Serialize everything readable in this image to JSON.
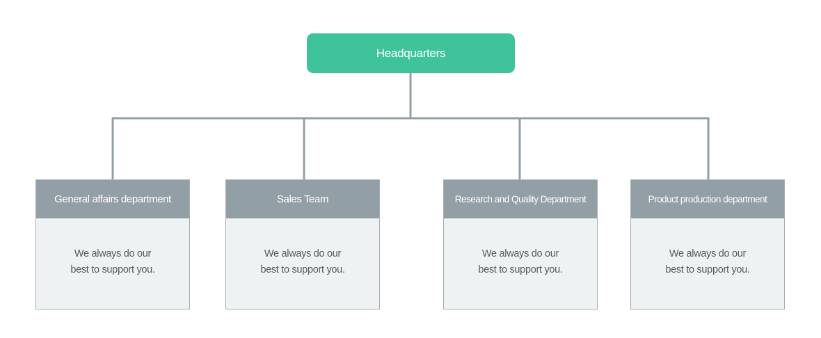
{
  "headquarters": {
    "label": "Headquarters"
  },
  "departments": [
    {
      "title": "General affairs department",
      "description": "We always do our best to support you."
    },
    {
      "title": "Sales Team",
      "description": "We always do our best to support you."
    },
    {
      "title": "Research and Quality Department",
      "description": "We always do our best to support you."
    },
    {
      "title": "Product production department",
      "description": "We always do our best to support you."
    }
  ],
  "colors": {
    "headquarters_fill": "#3fc39a",
    "department_header_fill": "#939fa6",
    "department_body_fill": "#eef2f2",
    "connector_line": "#939fa6",
    "body_text": "#555b5f"
  }
}
